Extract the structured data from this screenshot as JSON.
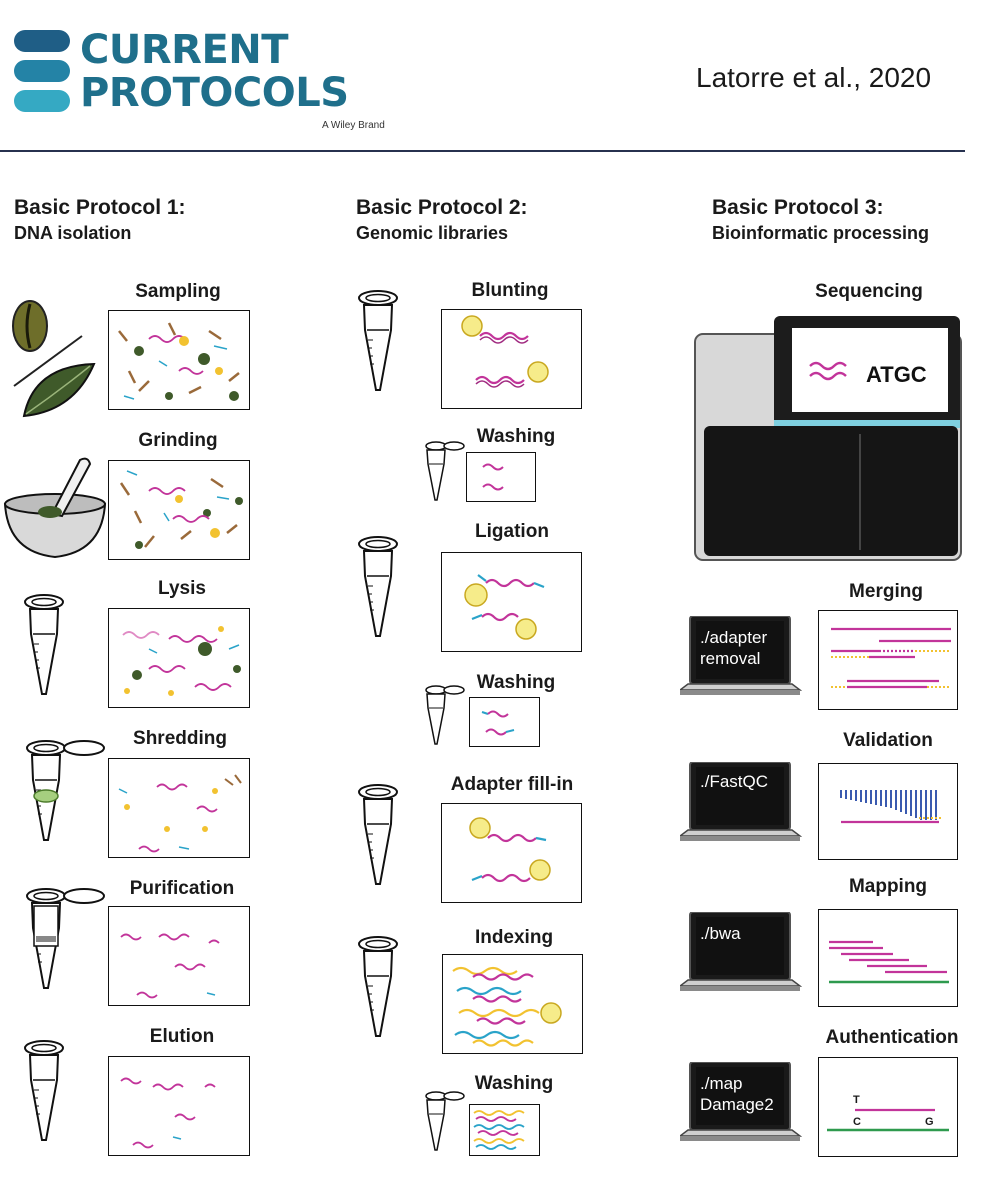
{
  "header": {
    "brand_line1": "CURRENT",
    "brand_line2": "PROTOCOLS",
    "brand_sub": "A Wiley Brand",
    "citation": "Latorre et al., 2020"
  },
  "protocols": [
    {
      "title": "Basic Protocol 1:",
      "subtitle": "DNA isolation",
      "steps": [
        "Sampling",
        "Grinding",
        "Lysis",
        "Shredding",
        "Purification",
        "Elution"
      ]
    },
    {
      "title": "Basic Protocol 2:",
      "subtitle": "Genomic libraries",
      "steps": [
        "Blunting",
        "Washing",
        "Ligation",
        "Washing",
        "Adapter fill-in",
        "Indexing",
        "Washing"
      ]
    },
    {
      "title": "Basic Protocol 3:",
      "subtitle": "Bioinformatic processing",
      "steps": [
        "Sequencing",
        "Merging",
        "Validation",
        "Mapping",
        "Authentication"
      ]
    }
  ],
  "sequencer_screen_text": "ATGC",
  "terminals": [
    {
      "line1": "./adapter",
      "line2": "removal"
    },
    {
      "line1": "./FastQC",
      "line2": ""
    },
    {
      "line1": "./bwa",
      "line2": ""
    },
    {
      "line1": "./map",
      "line2": "Damage2"
    }
  ],
  "authentication_labels": {
    "top": "T",
    "bottom_left": "C",
    "bottom_right": "G"
  },
  "colors": {
    "brand": "#1f6f8b",
    "dna": "#c2349a",
    "adapter_blue": "#2aa3c9",
    "adapter_yellow": "#f2c230",
    "bead": "#f6ec8a",
    "reference": "#2e9a4e",
    "leaf": "#3f5a2a"
  },
  "icons": [
    "stacked-bars-logo",
    "seed-icon",
    "leaf-icon",
    "mortar-pestle-icon",
    "tube-icon",
    "spin-column-icon",
    "sequencer-icon",
    "laptop-icon"
  ]
}
